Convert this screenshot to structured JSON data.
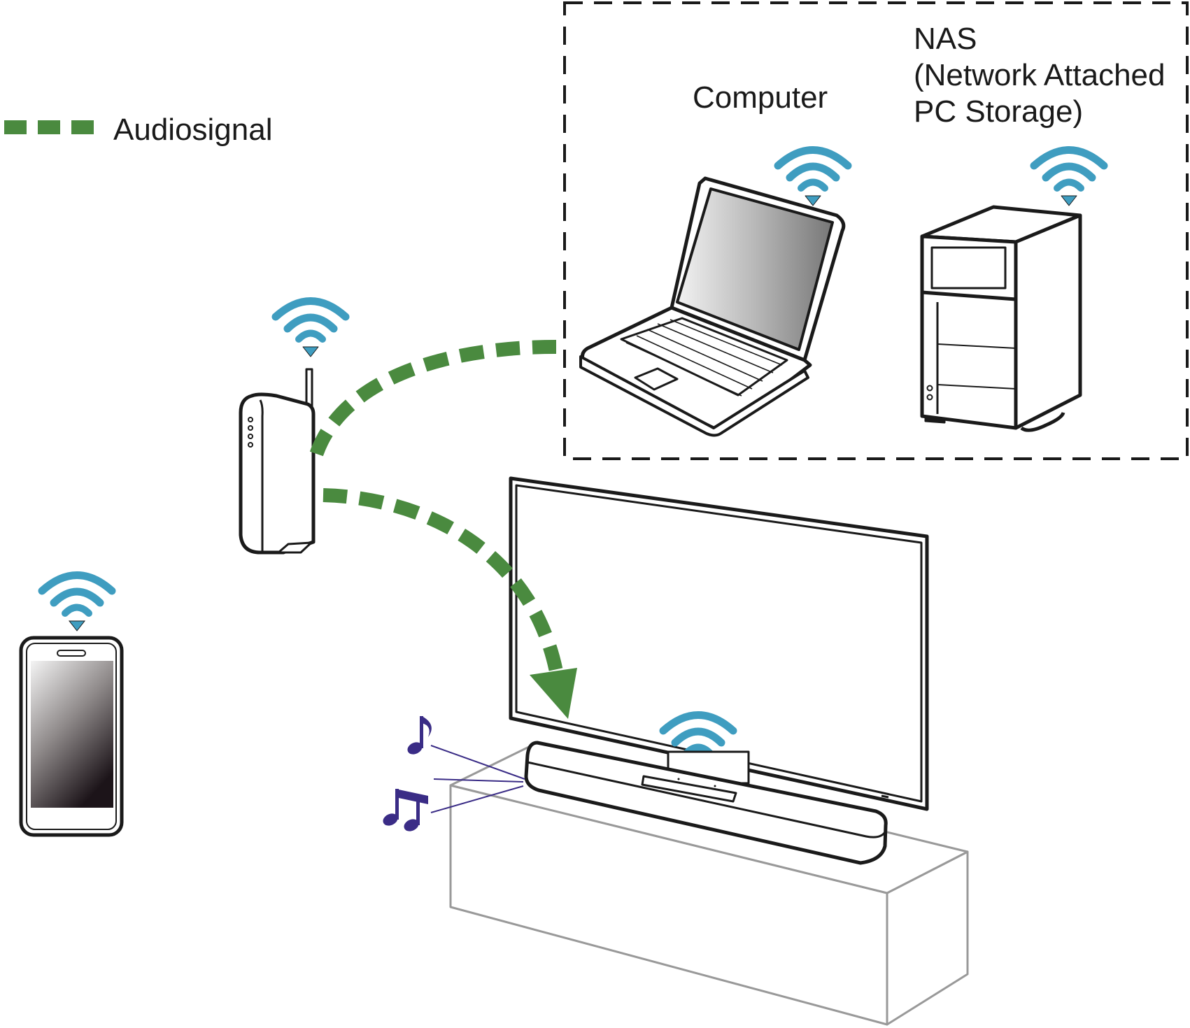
{
  "legend": {
    "label": "Audiosignal",
    "color": "#4a8a3f"
  },
  "labels": {
    "computer": "Computer",
    "nas_line1": "NAS",
    "nas_line2": "(Network Attached",
    "nas_line3": "PC Storage)"
  },
  "colors": {
    "signal": "#4a8a3f",
    "wifi": "#3f9dc0",
    "outline": "#1a1a1a",
    "furniture": "#999999",
    "music_note": "#3a2c86"
  },
  "icons": {
    "wifi": "wifi-icon",
    "note": "music-note-icon"
  }
}
